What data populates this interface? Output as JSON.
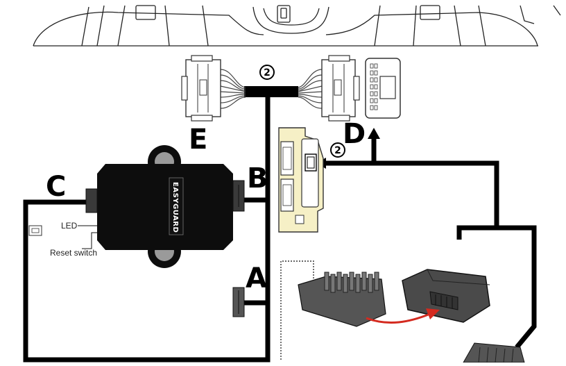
{
  "labels": {
    "a": "A",
    "b": "B",
    "c": "C",
    "d": "D",
    "e": "E",
    "marker_top": "2",
    "marker_panel": "2",
    "led": "LED",
    "reset_switch": "Reset switch",
    "brand": "EASYGUARD"
  },
  "colors": {
    "cable": "#000000",
    "module": "#0d0d0d",
    "panel_fill": "#f6f0c6",
    "arrow": "#d42a1f",
    "connector_gray": "#4a4a4a"
  }
}
